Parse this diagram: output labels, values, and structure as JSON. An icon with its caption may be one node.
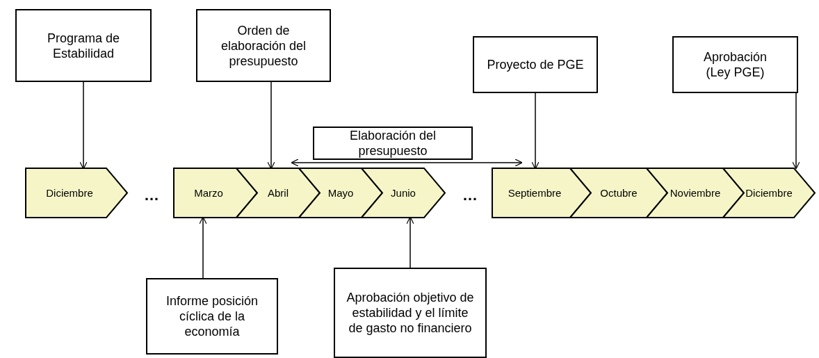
{
  "diagram": {
    "nodes": [
      {
        "text": [
          "Programa de Estabilidad"
        ]
      },
      {
        "text": [
          "Orden de elaboración del presupuesto"
        ]
      },
      {
        "text": [
          "Proyecto de PGE"
        ]
      },
      {
        "text": [
          "Aprobación (Ley PGE)"
        ]
      },
      {
        "text": [
          "Elaboración del presupuesto"
        ]
      },
      {
        "text": [
          "Diciembre"
        ]
      },
      {
        "text": [
          "Marzo"
        ]
      },
      {
        "text": [
          "Abril"
        ]
      },
      {
        "text": [
          "Mayo"
        ]
      },
      {
        "text": [
          "Junio"
        ]
      },
      {
        "text": [
          "Septiembre"
        ]
      },
      {
        "text": [
          "Octubre"
        ]
      },
      {
        "text": [
          "Noviembre"
        ]
      },
      {
        "text": [
          "Diciembre"
        ]
      },
      {
        "text": [
          "Informe posición cíclica  de la economía"
        ]
      },
      {
        "text": [
          "Aprobación objetivo de estabilidad y el límite de gasto no financiero"
        ]
      }
    ],
    "edges": [
      {
        "from": 0,
        "to": 5,
        "arrow": "to"
      },
      {
        "from": 1,
        "to": 7,
        "arrow": "to"
      },
      {
        "from": 2,
        "to": 10,
        "arrow": "to"
      },
      {
        "from": 3,
        "to": 13,
        "arrow": "to"
      },
      {
        "from": 7,
        "to": 10,
        "arrow": "both"
      },
      {
        "from": 14,
        "to": 6,
        "arrow": "to"
      },
      {
        "from": 15,
        "to": 9,
        "arrow": "to"
      }
    ],
    "labels": [
      "…",
      "…"
    ]
  }
}
